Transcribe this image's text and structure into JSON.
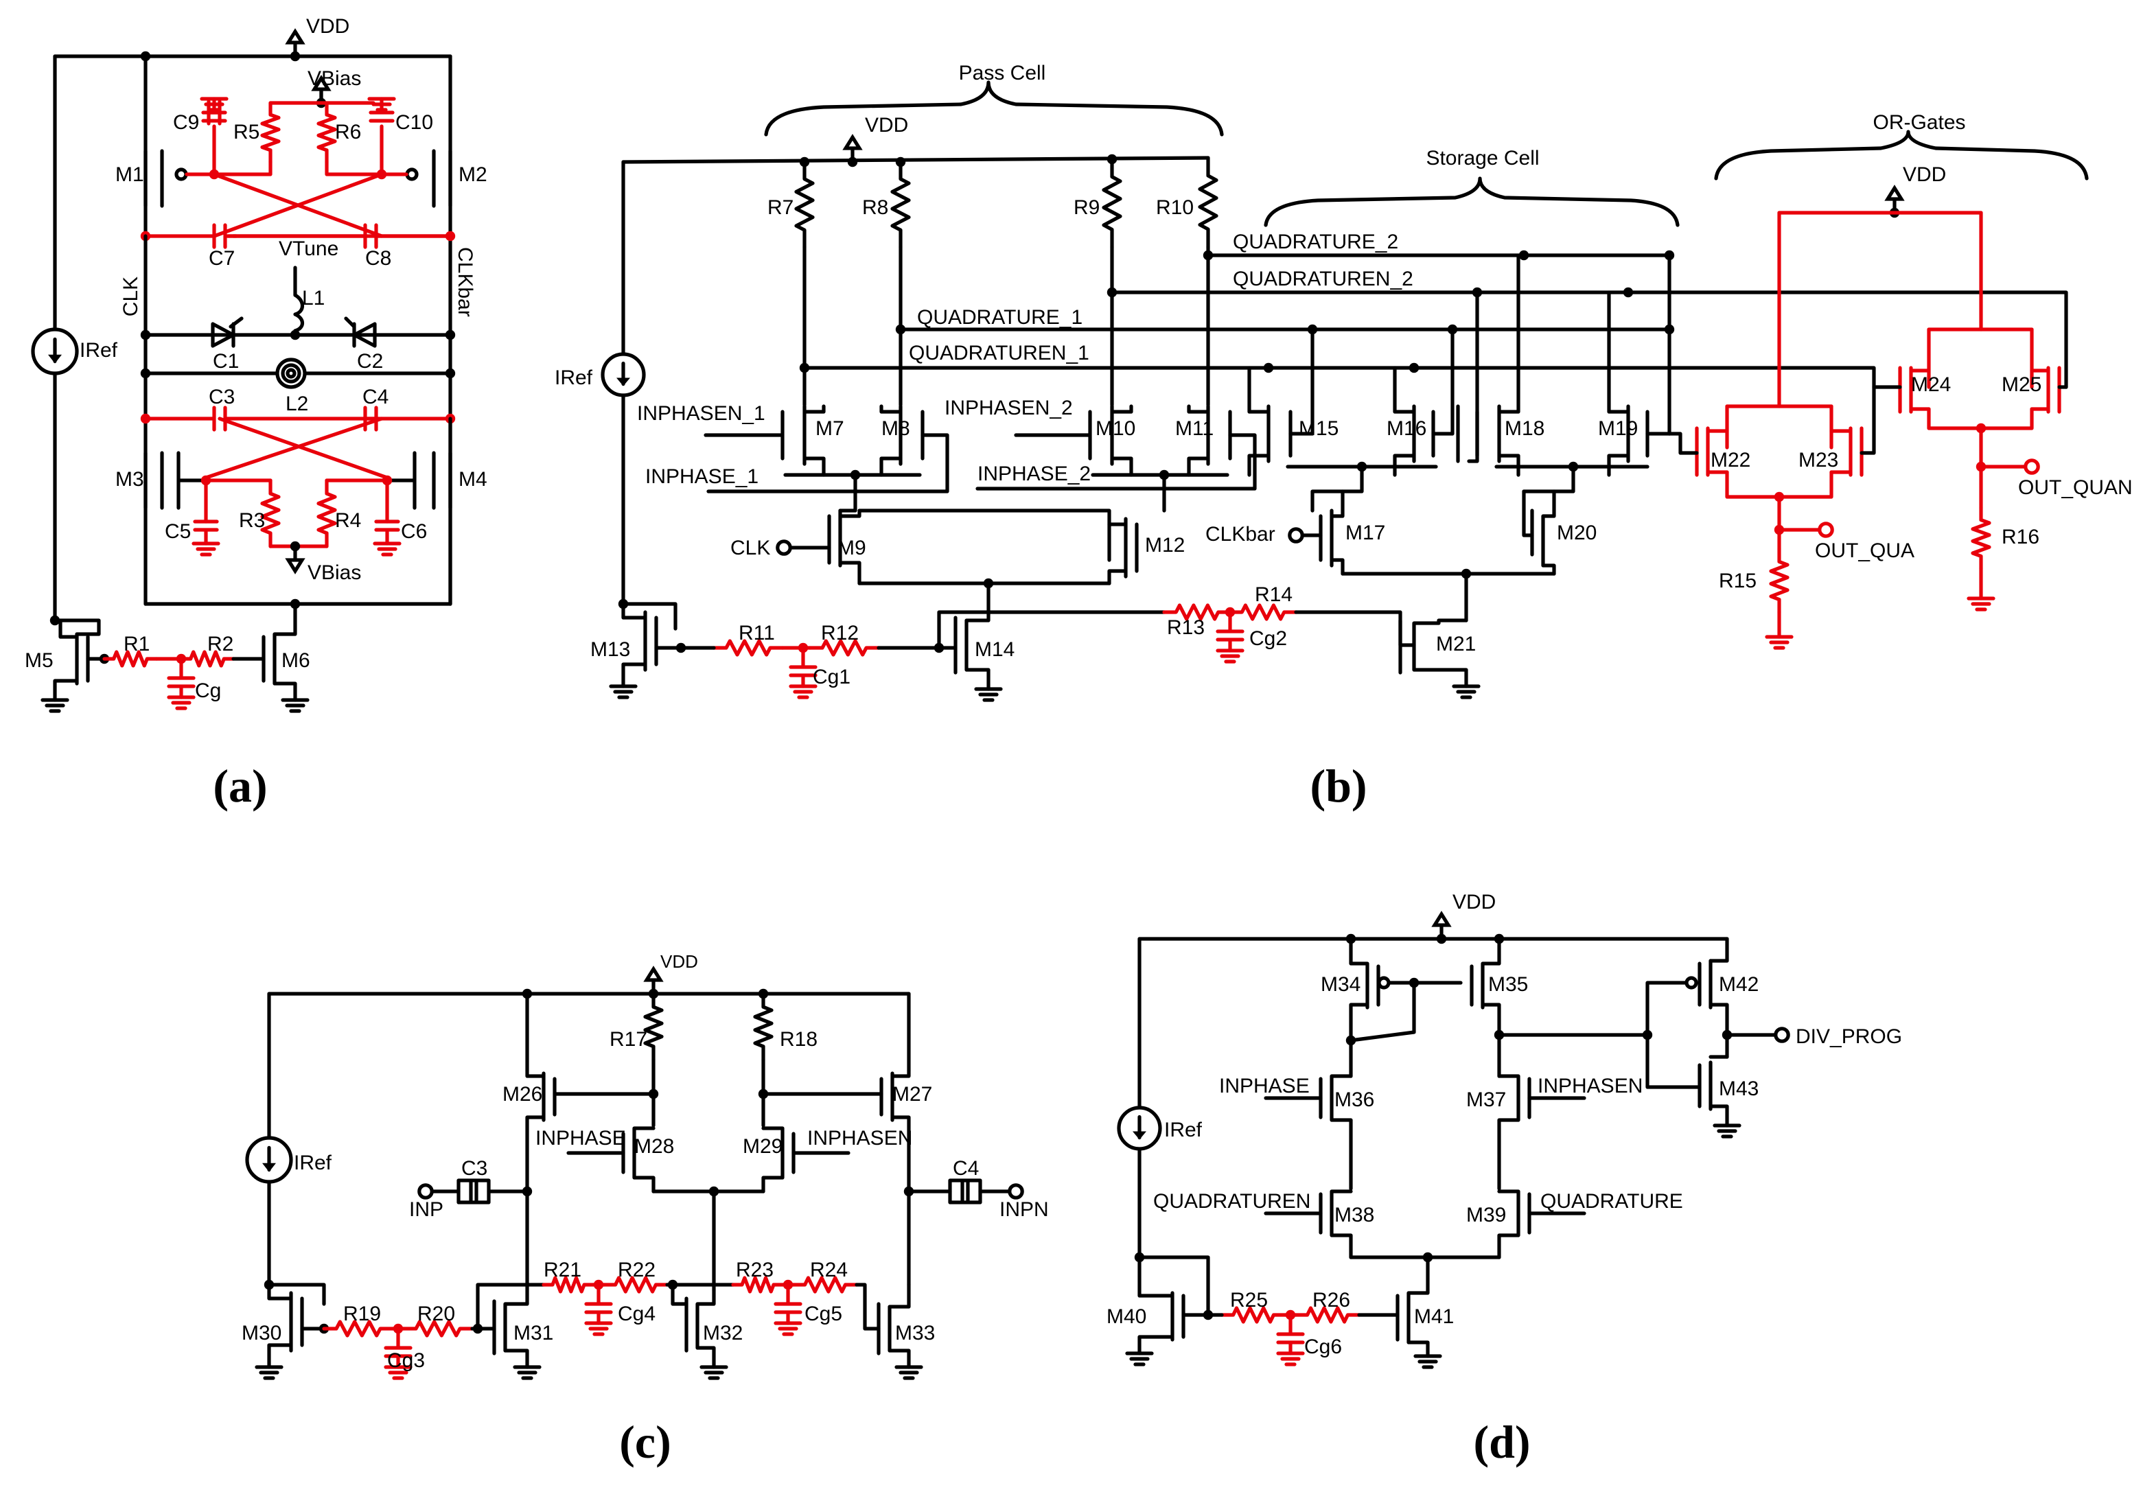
{
  "colors": {
    "wire": "#000000",
    "highlight": "#e8000b",
    "background": "#ffffff"
  },
  "panels": {
    "a": {
      "caption": "a",
      "labels": {
        "vdd": "VDD",
        "vbias_top": "VBias",
        "vbias_bottom": "VBias",
        "vtune": "VTune",
        "clk": "CLK",
        "clkbar": "CLKbar",
        "iref": "IRef",
        "m1": "M1",
        "m2": "M2",
        "m3": "M3",
        "m4": "M4",
        "m5": "M5",
        "m6": "M6",
        "c1": "C1",
        "c2": "C2",
        "c3": "C3",
        "c4": "C4",
        "c5": "C5",
        "c6": "C6",
        "c7": "C7",
        "c8": "C8",
        "c9": "C9",
        "c10": "C10",
        "r1": "R1",
        "r2": "R2",
        "r3": "R3",
        "r4": "R4",
        "r5": "R5",
        "r6": "R6",
        "l1": "L1",
        "l2": "L2",
        "cg": "Cg"
      }
    },
    "b": {
      "caption": "b",
      "labels": {
        "pass_cell": "Pass Cell",
        "storage_cell": "Storage Cell",
        "or_gates": "OR-Gates",
        "vdd": "VDD",
        "vdd2": "VDD",
        "iref": "IRef",
        "quadrature_2": "QUADRATURE_2",
        "quadraturen_2": "QUADRATUREN_2",
        "quadrature_1": "QUADRATURE_1",
        "quadraturen_1": "QUADRATUREN_1",
        "inphasen_1": "INPHASEN_1",
        "inphase_1": "INPHASE_1",
        "inphasen_2": "INPHASEN_2",
        "inphase_2": "INPHASE_2",
        "clk": "CLK",
        "clkbar": "CLKbar",
        "out_qua": "OUT_QUA",
        "out_quan": "OUT_QUAN",
        "r7": "R7",
        "r8": "R8",
        "r9": "R9",
        "r10": "R10",
        "r11": "R11",
        "r12": "R12",
        "r13": "R13",
        "r14": "R14",
        "r15": "R15",
        "r16": "R16",
        "m7": "M7",
        "m8": "M8",
        "m9": "M9",
        "m10": "M10",
        "m11": "M11",
        "m12": "M12",
        "m13": "M13",
        "m14": "M14",
        "m15": "M15",
        "m16": "M16",
        "m17": "M17",
        "m18": "M18",
        "m19": "M19",
        "m20": "M20",
        "m21": "M21",
        "m22": "M22",
        "m23": "M23",
        "m24": "M24",
        "m25": "M25",
        "cg1": "Cg1",
        "cg2": "Cg2"
      }
    },
    "c": {
      "caption": "c",
      "labels": {
        "vdd": "VDD",
        "iref": "IRef",
        "inp": "INP",
        "inpn": "INPN",
        "inphase": "INPHASE",
        "inphasen": "INPHASEN",
        "c3": "C3",
        "c4": "C4",
        "r17": "R17",
        "r18": "R18",
        "r19": "R19",
        "r20": "R20",
        "r21": "R21",
        "r22": "R22",
        "r23": "R23",
        "r24": "R24",
        "m26": "M26",
        "m27": "M27",
        "m28": "M28",
        "m29": "M29",
        "m30": "M30",
        "m31": "M31",
        "m32": "M32",
        "m33": "M33",
        "cg3": "Cg3",
        "cg4": "Cg4",
        "cg5": "Cg5"
      }
    },
    "d": {
      "caption": "d",
      "labels": {
        "vdd": "VDD",
        "iref": "IRef",
        "div_prog": "DIV_PROG",
        "inphase": "INPHASE",
        "inphasen": "INPHASEN",
        "quadraturen": "QUADRATUREN",
        "quadrature": "QUADRATURE",
        "m34": "M34",
        "m35": "M35",
        "m36": "M36",
        "m37": "M37",
        "m38": "M38",
        "m39": "M39",
        "m40": "M40",
        "m41": "M41",
        "m42": "M42",
        "m43": "M43",
        "r25": "R25",
        "r26": "R26",
        "cg6": "Cg6"
      }
    }
  }
}
